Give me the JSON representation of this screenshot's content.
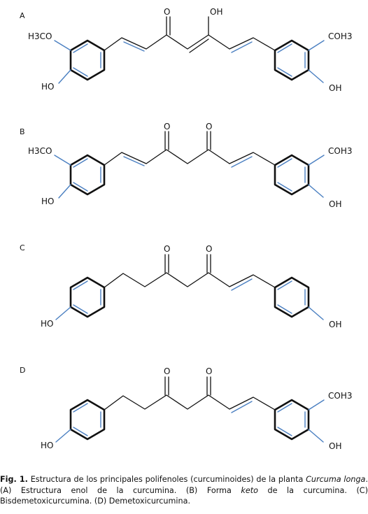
{
  "panels": [
    {
      "id": "A",
      "letter": "A",
      "left_substituent": "H3CO",
      "right_substituent": "COH3",
      "left_hydroxyl": "HO",
      "right_hydroxyl": "OH",
      "top_left_group": "O",
      "top_right_group": "OH"
    },
    {
      "id": "B",
      "letter": "B",
      "left_substituent": "H3CO",
      "right_substituent": "COH3",
      "left_hydroxyl": "HO",
      "right_hydroxyl": "OH",
      "top_left_group": "O",
      "top_right_group": "O"
    },
    {
      "id": "C",
      "letter": "C",
      "left_substituent": "",
      "right_substituent": "",
      "left_hydroxyl": "HO",
      "right_hydroxyl": "OH",
      "top_left_group": "O",
      "top_right_group": "O"
    },
    {
      "id": "D",
      "letter": "D",
      "left_substituent": "",
      "right_substituent": "COH3",
      "left_hydroxyl": "HO",
      "right_hydroxyl": "OH",
      "top_left_group": "O",
      "top_right_group": "O"
    }
  ],
  "caption": {
    "label": "Fig. 1.",
    "text_1": " Estructura de los principales polifenoles (curcuminoides) de la planta ",
    "species": "Curcuma longa",
    "text_2": ". (A) Estructura enol de la curcumina. (B) Forma ",
    "keto": "keto",
    "text_3": " de la curcumina. (C) Bisdemetoxicurcumina. (D) Demetoxicurcumina."
  }
}
